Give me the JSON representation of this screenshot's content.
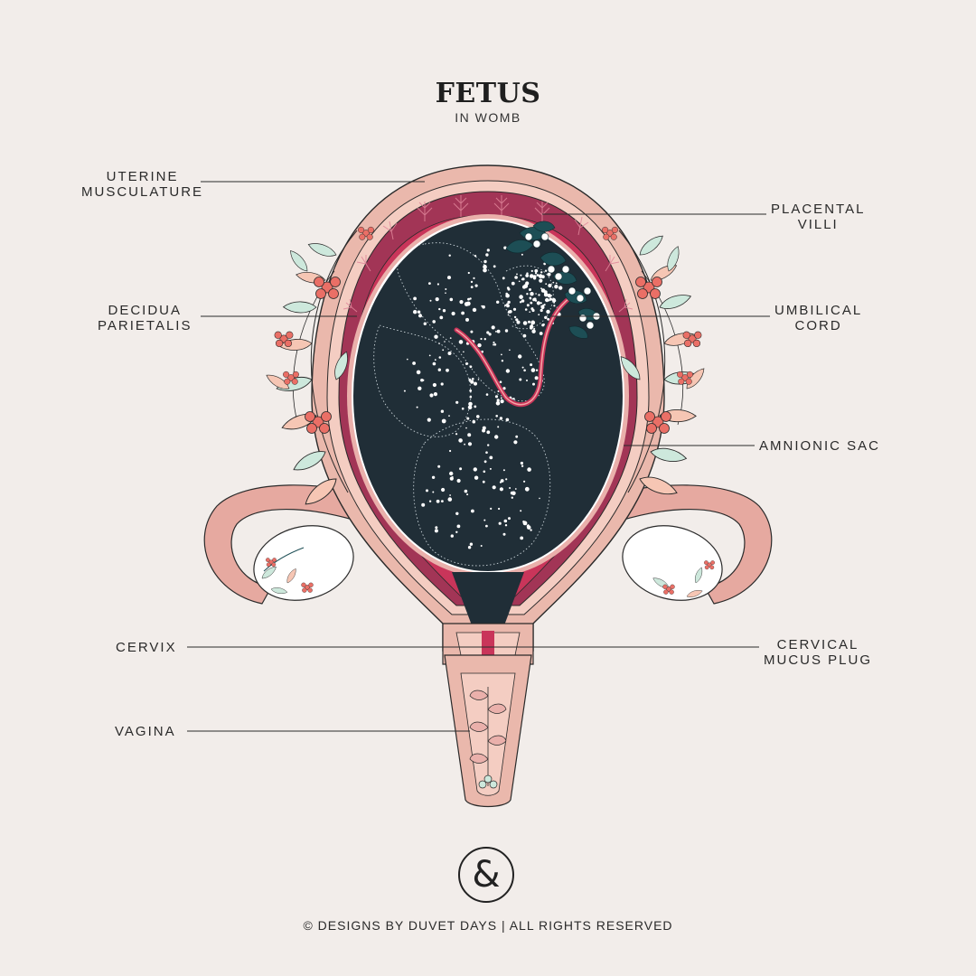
{
  "header": {
    "title": "FETUS",
    "subtitle": "IN WOMB"
  },
  "labels": {
    "uterine_musculature": [
      "UTERINE",
      "MUSCULATURE"
    ],
    "placental_villi": [
      "PLACENTAL",
      "VILLI"
    ],
    "decidua_parietalis": [
      "DECIDUA",
      "PARIETALIS"
    ],
    "umbilical_cord": [
      "UMBILICAL",
      "CORD"
    ],
    "amnionic_sac": "AMNIONIC SAC",
    "cervix": "CERVIX",
    "cervical_mucus_plug": [
      "CERVICAL",
      "MUCUS PLUG"
    ],
    "vagina": "VAGINA"
  },
  "footer": {
    "logo_glyph": "&",
    "text": "© DESIGNS BY DUVET DAYS  |  ALL RIGHTS RESERVED"
  },
  "colors": {
    "background": "#f2edea",
    "uterus_outer": "#eab8ac",
    "uterus_light": "#f4cdc2",
    "decidua": "#c9355a",
    "villi_band": "#a23556",
    "sac_dark": "#202e37",
    "leaf_mint": "#cde8dc",
    "leaf_peach": "#f6c6b4",
    "berry": "#ea6f66",
    "dark_leaf": "#1d4e55"
  }
}
